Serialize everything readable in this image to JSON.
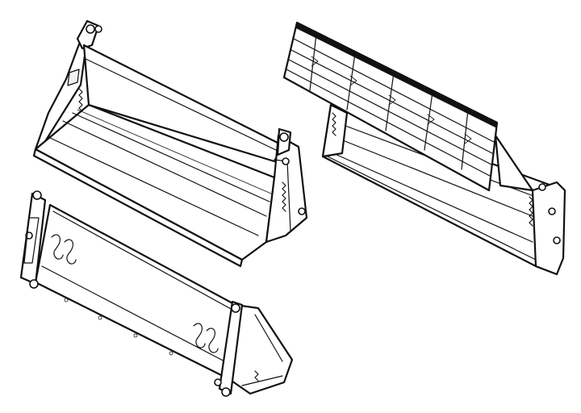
{
  "colors": {
    "line": "#111111",
    "background": "#ffffff",
    "shade": "#f2f2f2"
  },
  "figure": {
    "views": [
      {
        "id": "open-bucket-front",
        "icon": "bucket-front-view"
      },
      {
        "id": "bucket-with-grille",
        "icon": "bucket-grille-view"
      },
      {
        "id": "bucket-rear-mount",
        "icon": "bucket-rear-view"
      }
    ]
  }
}
